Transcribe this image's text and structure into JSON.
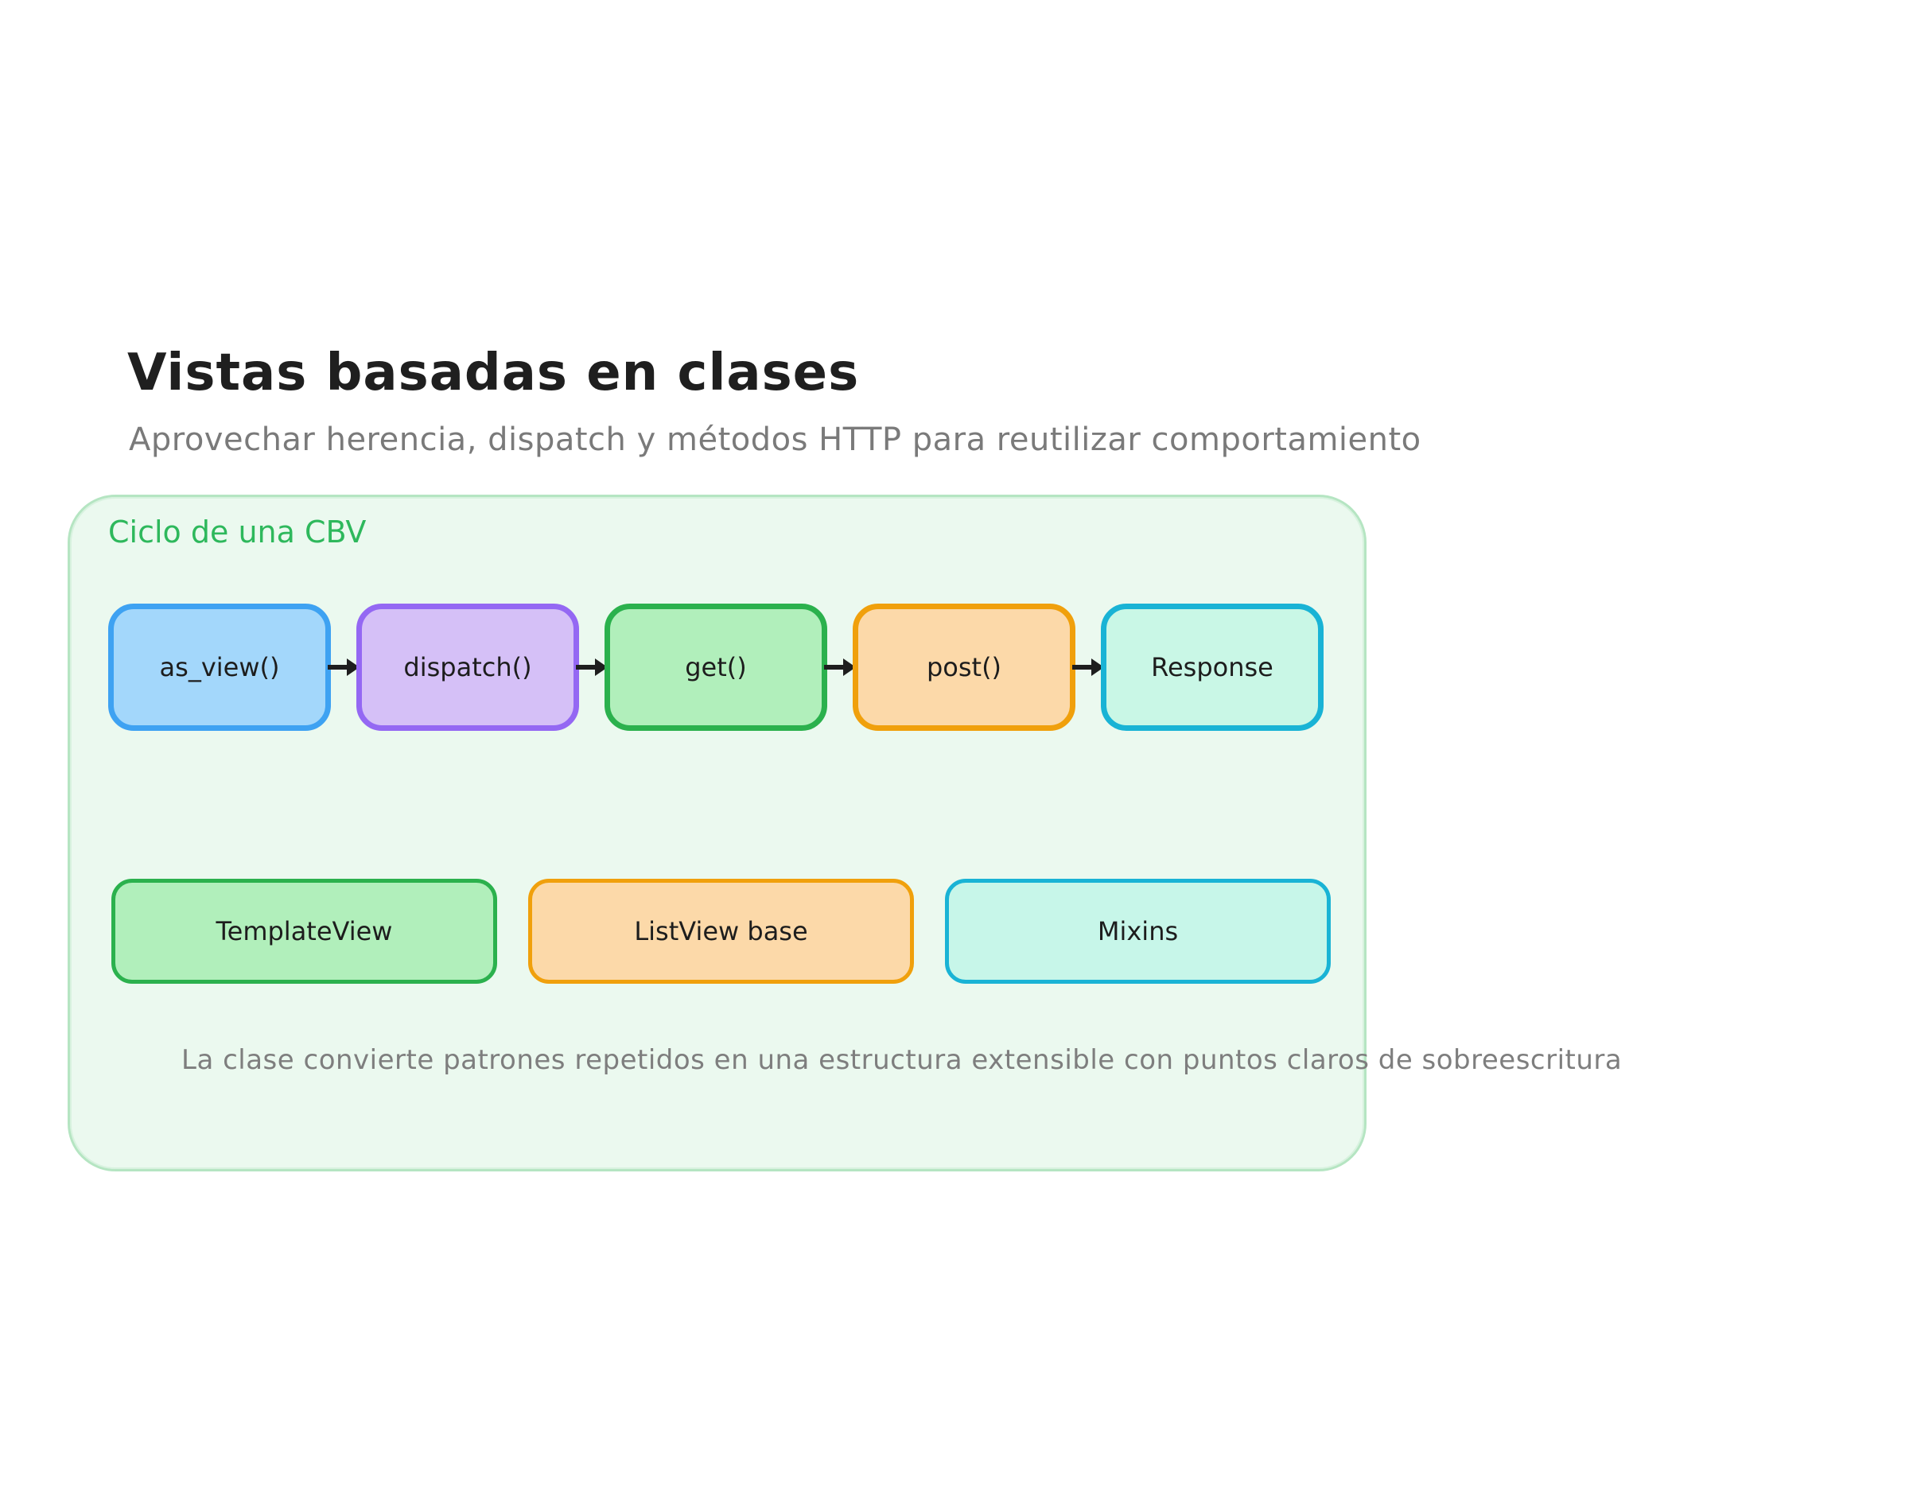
{
  "page": {
    "title": "Vistas basadas en clases",
    "subtitle": "Aprovechar herencia, dispatch y métodos HTTP para reutilizar comportamiento"
  },
  "panel": {
    "label": "Ciclo de una CBV",
    "caption": "La clase convierte patrones repetidos en una estructura extensible con puntos claros de sobreescritura",
    "colors": {
      "background": "#ebf9ef",
      "border": "#b5e5c2",
      "label": "#2eb85c",
      "arrow": "#1e1e1e",
      "title_text": "#1f1f1f",
      "muted_text": "#7a7a7a"
    }
  },
  "flow": {
    "nodes": [
      {
        "label": "as_view()",
        "fill": "#a3d7fb",
        "stroke": "#3ea2f2"
      },
      {
        "label": "dispatch()",
        "fill": "#d5c0f7",
        "stroke": "#9468f3"
      },
      {
        "label": "get()",
        "fill": "#b1efbb",
        "stroke": "#2bb14d"
      },
      {
        "label": "post()",
        "fill": "#fcd9a9",
        "stroke": "#f0a00c"
      },
      {
        "label": "Response",
        "fill": "#c9f7e6",
        "stroke": "#19b3d5"
      }
    ]
  },
  "base_row": {
    "nodes": [
      {
        "label": "TemplateView",
        "fill": "#b1efbb",
        "stroke": "#2bb14d"
      },
      {
        "label": "ListView base",
        "fill": "#fcd9a9",
        "stroke": "#f0a00c"
      },
      {
        "label": "Mixins",
        "fill": "#c7f6e9",
        "stroke": "#19b3d5"
      }
    ]
  }
}
